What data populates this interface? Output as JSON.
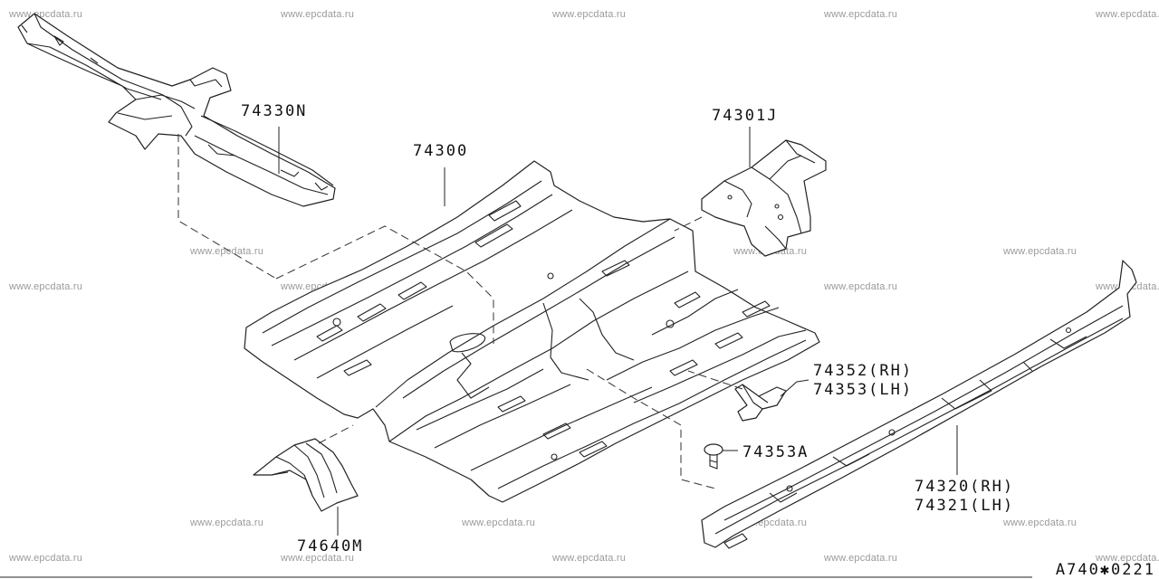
{
  "watermark_text": "www.epcdata.ru",
  "diagram_code": "A740✱0221",
  "callouts": {
    "roof_rail_front": "74330N",
    "floor_pan": "74300",
    "rear_bracket": "74301J",
    "bracket_rh": "74352(RH)",
    "bracket_lh": "74353(LH)",
    "clip": "74353A",
    "sill_rh": "74320(RH)",
    "sill_lh": "74321(LH)",
    "front_extension": "74640M"
  },
  "icons": [
    "floor-pan-icon",
    "cross-member-icon",
    "bracket-icon",
    "side-sill-icon",
    "clip-icon"
  ]
}
